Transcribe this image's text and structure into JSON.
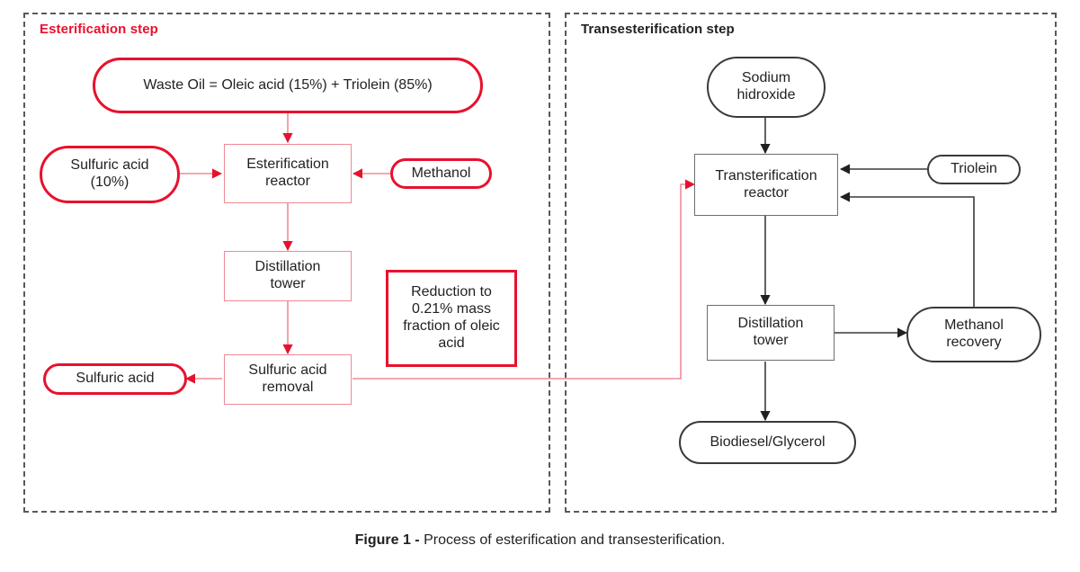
{
  "figure": {
    "caption_label": "Figure 1 -",
    "caption_text": " Process of esterification and transesterification."
  },
  "colors": {
    "red_accent": "#e8112d",
    "red_light": "#ef8b95",
    "dark_outline": "#3a3a3c",
    "gray_outline": "#6d6e71",
    "dashed_panel": "#58595b",
    "text": "#231f20",
    "background": "#ffffff"
  },
  "panels": [
    {
      "id": "esterification",
      "label": "Esterification step",
      "label_color": "#e8112d"
    },
    {
      "id": "transesterification",
      "label": "Transesterification step",
      "label_color": "#231f20"
    }
  ],
  "esterification": {
    "feed_oil": "Waste Oil = Oleic acid (15%) + Triolein (85%)",
    "sulfuric_acid_feed_line1": "Sulfuric acid",
    "sulfuric_acid_feed_line2": "(10%)",
    "reactor_line1": "Esterification",
    "reactor_line2": "reactor",
    "methanol_feed": "Methanol",
    "distillation_line1": "Distillation",
    "distillation_line2": "tower",
    "acid_removal_line1": "Sulfuric acid",
    "acid_removal_line2": "removal",
    "sulfuric_acid_out": "Sulfuric acid",
    "callout_line1": "Reduction to",
    "callout_line2": "0.21% mass",
    "callout_line3": "fraction of oleic",
    "callout_line4": "acid"
  },
  "transesterification": {
    "sodium_hydroxide_line1": "Sodium",
    "sodium_hydroxide_line2": "hidroxide",
    "reactor_line1": "Transterification",
    "reactor_line2": "reactor",
    "triolein_feed": "Triolein",
    "distillation_line1": "Distillation",
    "distillation_line2": "tower",
    "methanol_recovery_line1": "Methanol",
    "methanol_recovery_line2": "recovery",
    "product": "Biodiesel/Glycerol"
  },
  "chart_data": {
    "type": "diagram",
    "title": "Process of esterification and transesterification",
    "nodes": [
      {
        "id": "waste-oil",
        "label": "Waste Oil = Oleic acid (15%) + Triolein (85%)",
        "shape": "pill",
        "stroke": "#e8112d",
        "group": "esterification"
      },
      {
        "id": "sulfuric-acid-feed",
        "label": "Sulfuric acid (10%)",
        "shape": "pill",
        "stroke": "#e8112d",
        "group": "esterification"
      },
      {
        "id": "esterification-reactor",
        "label": "Esterification reactor",
        "shape": "rect",
        "stroke": "#ef8b95",
        "group": "esterification"
      },
      {
        "id": "methanol-feed",
        "label": "Methanol",
        "shape": "pill",
        "stroke": "#e8112d",
        "group": "esterification"
      },
      {
        "id": "distillation-tower-1",
        "label": "Distillation tower",
        "shape": "rect",
        "stroke": "#ef8b95",
        "group": "esterification"
      },
      {
        "id": "sulfuric-acid-removal",
        "label": "Sulfuric acid removal",
        "shape": "rect",
        "stroke": "#ef8b95",
        "group": "esterification"
      },
      {
        "id": "sulfuric-acid-out",
        "label": "Sulfuric acid",
        "shape": "pill",
        "stroke": "#e8112d",
        "group": "esterification"
      },
      {
        "id": "reduction-callout",
        "label": "Reduction to 0.21% mass fraction of oleic acid",
        "shape": "rect",
        "stroke": "#e8112d",
        "group": "esterification"
      },
      {
        "id": "sodium-hydroxide",
        "label": "Sodium hidroxide",
        "shape": "pill",
        "stroke": "#3a3a3c",
        "group": "transesterification"
      },
      {
        "id": "transterification-reactor",
        "label": "Transterification reactor",
        "shape": "rect",
        "stroke": "#6d6e71",
        "group": "transesterification"
      },
      {
        "id": "triolein-feed",
        "label": "Triolein",
        "shape": "pill",
        "stroke": "#3a3a3c",
        "group": "transesterification"
      },
      {
        "id": "distillation-tower-2",
        "label": "Distillation tower",
        "shape": "rect",
        "stroke": "#6d6e71",
        "group": "transesterification"
      },
      {
        "id": "methanol-recovery",
        "label": "Methanol recovery",
        "shape": "pill",
        "stroke": "#3a3a3c",
        "group": "transesterification"
      },
      {
        "id": "biodiesel-glycerol",
        "label": "Biodiesel/Glycerol",
        "shape": "pill",
        "stroke": "#3a3a3c",
        "group": "transesterification"
      }
    ],
    "edges": [
      {
        "from": "waste-oil",
        "to": "esterification-reactor",
        "color": "#ef8b95"
      },
      {
        "from": "sulfuric-acid-feed",
        "to": "esterification-reactor",
        "color": "#ef8b95"
      },
      {
        "from": "methanol-feed",
        "to": "esterification-reactor",
        "color": "#ef8b95"
      },
      {
        "from": "esterification-reactor",
        "to": "distillation-tower-1",
        "color": "#ef8b95"
      },
      {
        "from": "distillation-tower-1",
        "to": "sulfuric-acid-removal",
        "color": "#ef8b95"
      },
      {
        "from": "sulfuric-acid-removal",
        "to": "sulfuric-acid-out",
        "color": "#ef8b95"
      },
      {
        "from": "sulfuric-acid-removal",
        "to": "transterification-reactor",
        "color": "#ef8b95"
      },
      {
        "from": "sodium-hydroxide",
        "to": "transterification-reactor",
        "color": "#3a3a3c"
      },
      {
        "from": "triolein-feed",
        "to": "transterification-reactor",
        "color": "#3a3a3c"
      },
      {
        "from": "transterification-reactor",
        "to": "distillation-tower-2",
        "color": "#3a3a3c"
      },
      {
        "from": "distillation-tower-2",
        "to": "methanol-recovery",
        "color": "#3a3a3c"
      },
      {
        "from": "methanol-recovery",
        "to": "transterification-reactor",
        "color": "#3a3a3c"
      },
      {
        "from": "distillation-tower-2",
        "to": "biodiesel-glycerol",
        "color": "#3a3a3c"
      }
    ]
  }
}
